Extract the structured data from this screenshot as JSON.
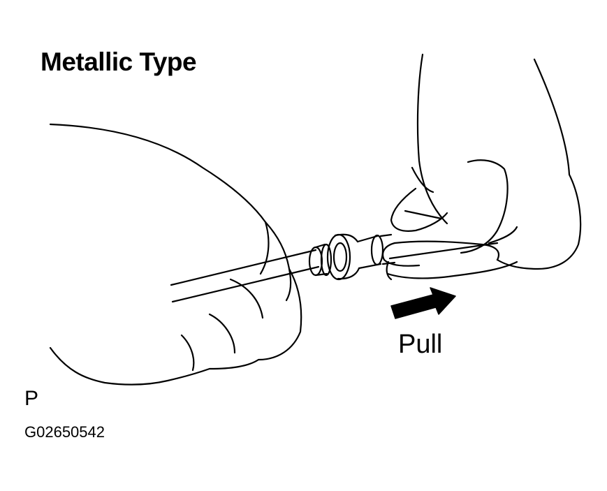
{
  "title": "Metallic Type",
  "pull_label": "Pull",
  "corner_letter": "P",
  "figure_code": "G02650542",
  "ink_color": "#000000",
  "background_color": "#ffffff"
}
